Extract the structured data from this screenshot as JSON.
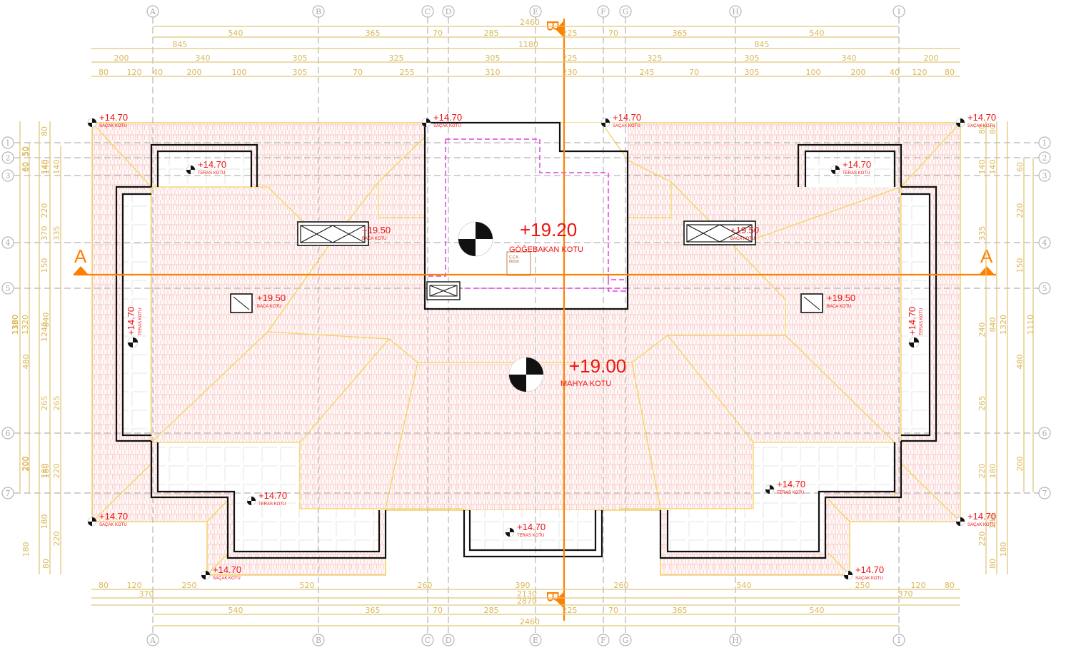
{
  "drawing": {
    "type": "Roof plan (Çatı Planı)",
    "colors": {
      "dimension": "#d9b85a",
      "grid": "#b5b5b5",
      "level_text": "#ee1111",
      "section_line": "#ff8000",
      "wall": "#111111",
      "ridge_line": "#f5d35b",
      "opening_dashed": "#e040e0",
      "roof_tile_hatch": "#f5c4c4"
    }
  },
  "grid_axes": {
    "vertical": [
      "A",
      "B",
      "C",
      "D",
      "E",
      "F",
      "G",
      "H",
      "I"
    ],
    "horizontal": [
      "1",
      "2",
      "3",
      "4",
      "5",
      "6",
      "7"
    ]
  },
  "section_markers": {
    "horizontal": {
      "label": "A"
    },
    "vertical": {
      "label": "B"
    }
  },
  "dimensions": {
    "top": {
      "row1": [
        "2460"
      ],
      "row2": [
        "540",
        "365",
        "70",
        "285",
        "225",
        "70",
        "365",
        "540"
      ],
      "row3": [
        "845",
        "1180",
        "845"
      ],
      "row4": [
        "200",
        "340",
        "305",
        "325",
        "305",
        "225",
        "325",
        "305",
        "340",
        "200"
      ],
      "row5": [
        "80",
        "120",
        "40",
        "200",
        "100",
        "305",
        "70",
        "255",
        "310",
        "230",
        "245",
        "70",
        "305",
        "100",
        "200",
        "40",
        "120",
        "80"
      ]
    },
    "bottom": {
      "row1": [
        "80",
        "120",
        "250",
        "520",
        "260",
        "390",
        "260",
        "540",
        "250",
        "120",
        "80"
      ],
      "row2": [
        "370",
        "2130",
        "370"
      ],
      "row3": [
        "2870"
      ],
      "row4": [
        "540",
        "365",
        "70",
        "285",
        "225",
        "70",
        "365",
        "540"
      ],
      "row5": [
        "2460"
      ]
    },
    "left": {
      "col1": [
        "1160"
      ],
      "col2": [
        "50",
        "60",
        "1320",
        "200"
      ],
      "col3": [
        "80",
        "140",
        "220",
        "370",
        "150",
        "840",
        "480",
        "180",
        "180",
        "180"
      ],
      "col4": [
        "140",
        "840",
        "180",
        "80"
      ],
      "col5": [
        "140",
        "335",
        "1240",
        "265",
        "220",
        "220"
      ]
    },
    "right": {
      "col1": [
        "80",
        "140",
        "335",
        "240",
        "265",
        "220",
        "220"
      ],
      "col2": [
        "80",
        "140",
        "840",
        "180",
        "180",
        "80"
      ],
      "col3": [
        "1320",
        "180"
      ],
      "col4": [
        "60",
        "220",
        "150",
        "480",
        "200"
      ],
      "col5": [
        "1110"
      ]
    }
  },
  "levels": [
    {
      "id": "sacak-tl",
      "value": "+14.70",
      "label": "SAÇAK KOTU"
    },
    {
      "id": "sacak-tc",
      "value": "+14.70",
      "label": "SAÇAK KOTU"
    },
    {
      "id": "sacak-tc2",
      "value": "+14.70",
      "label": "SAÇAK KOTU"
    },
    {
      "id": "sacak-tr",
      "value": "+14.70",
      "label": "SAÇAK KOTU"
    },
    {
      "id": "teras-tl",
      "value": "+14.70",
      "label": "TERAS KOTU"
    },
    {
      "id": "teras-tr",
      "value": "+14.70",
      "label": "TERAS KOTU"
    },
    {
      "id": "baca-l1",
      "value": "+19.50",
      "label": "BACA KOTU"
    },
    {
      "id": "baca-r1",
      "value": "+19.50",
      "label": "BACA KOTU"
    },
    {
      "id": "gogebakan",
      "value": "+19.20",
      "label": "GÖĞEBAKAN KOTU"
    },
    {
      "id": "baca-l2",
      "value": "+19.50",
      "label": "BACA KOTU"
    },
    {
      "id": "baca-r2",
      "value": "+19.50",
      "label": "BACA KOTU"
    },
    {
      "id": "teras-l",
      "value": "+14.70",
      "label": "TERAS KOTU"
    },
    {
      "id": "teras-r",
      "value": "+14.70",
      "label": "TERAS KOTU"
    },
    {
      "id": "mahya",
      "value": "+19.00",
      "label": "MAHYA KOTU"
    },
    {
      "id": "teras-bl",
      "value": "+14.70",
      "label": "TERAS KOTU"
    },
    {
      "id": "teras-br",
      "value": "+14.70",
      "label": "TERAS KOTU"
    },
    {
      "id": "sacak-bl",
      "value": "+14.70",
      "label": "SAÇAK KOTU"
    },
    {
      "id": "sacak-br",
      "value": "+14.70",
      "label": "SAÇAK KOTU"
    },
    {
      "id": "teras-bc",
      "value": "+14.70",
      "label": "TERAS KOTU"
    },
    {
      "id": "sacak-bl2",
      "value": "+14.70",
      "label": "SAÇAK KOTU"
    },
    {
      "id": "sacak-br2",
      "value": "+14.70",
      "label": "SAÇAK KOTU"
    }
  ],
  "roof_hatch_note": {
    "line1": "Ç.Ç.K.",
    "line2": "80x50"
  }
}
